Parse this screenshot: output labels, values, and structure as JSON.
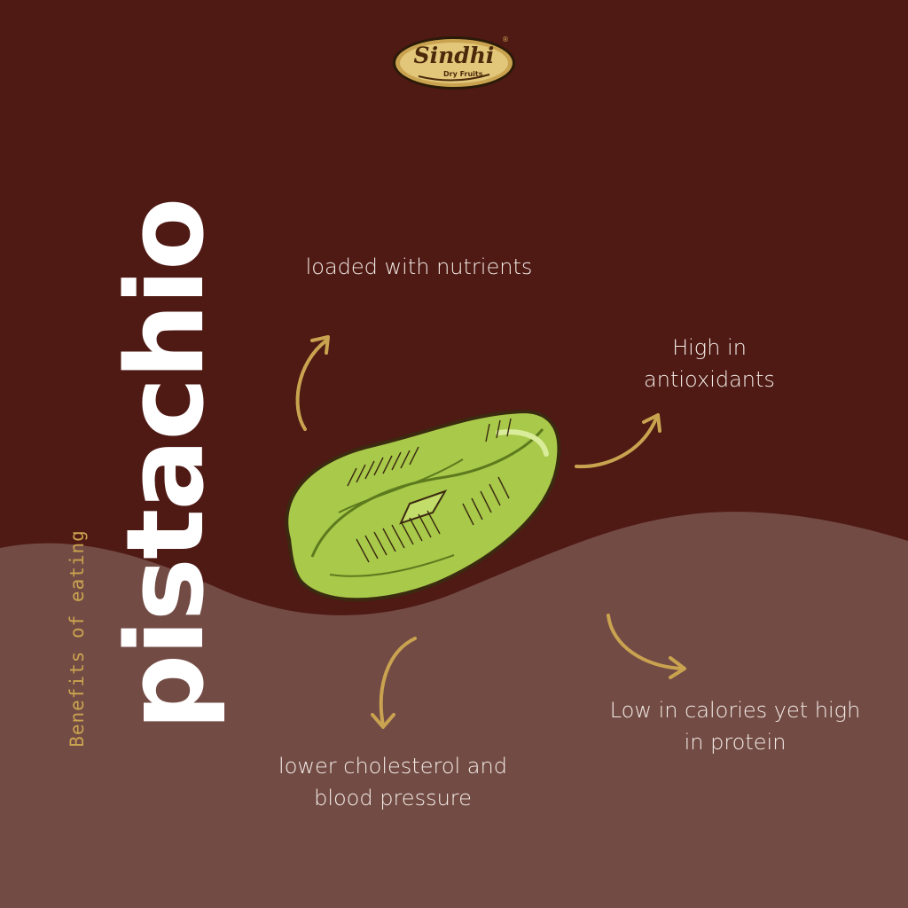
{
  "brand": {
    "name": "Sindhi",
    "subtitle": "Dry Fruits",
    "registered_mark": "®"
  },
  "title": {
    "main": "pistachio",
    "lead": "Benefits of eating"
  },
  "benefits": [
    {
      "text": "loaded with nutrients"
    },
    {
      "text": "High in antioxidants"
    },
    {
      "text": "Low in calories yet high in protein"
    },
    {
      "text": "lower cholesterol and blood pressure"
    }
  ],
  "colors": {
    "background_dark": "#4f1914",
    "background_wave": "#734b45",
    "accent_gold": "#c9a34f",
    "nut_green": "#a8c94a",
    "text_light": "#f3ece6"
  },
  "icons": [
    "logo-badge",
    "pistachio-nut-illustration",
    "curved-arrow-icon"
  ]
}
